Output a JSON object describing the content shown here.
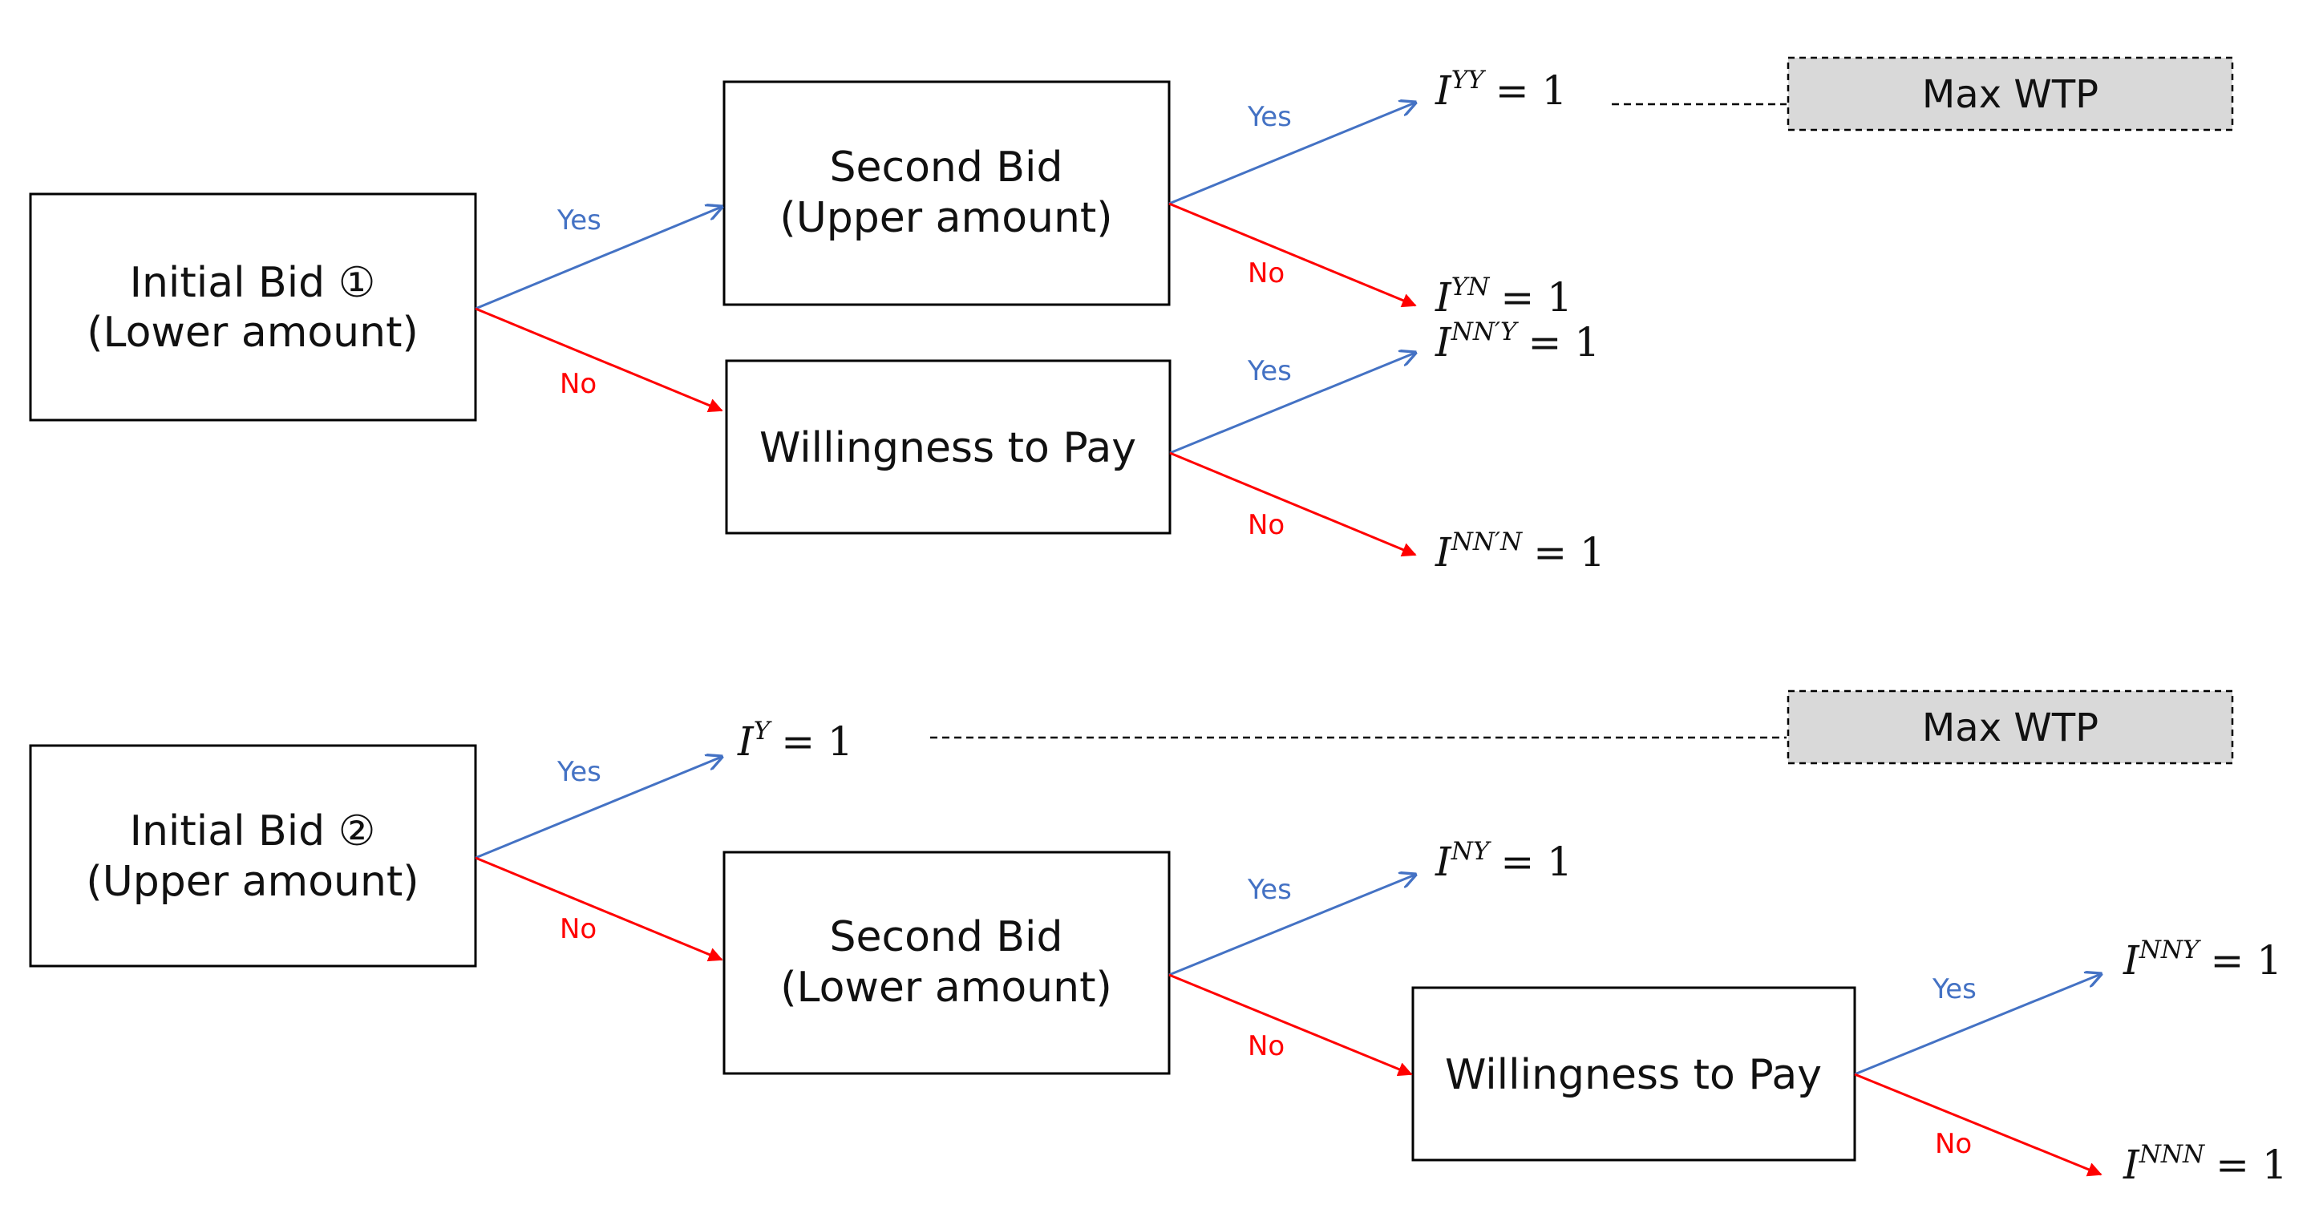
{
  "colors": {
    "yes": "#4472c4",
    "no": "#ff0000",
    "box_border": "#000000",
    "wtp_fill": "#d9d9d9"
  },
  "boxes": {
    "initial_bid_1": [
      "Initial Bid ①",
      "(Lower amount)"
    ],
    "second_bid_upper": [
      "Second Bid",
      "(Upper amount)"
    ],
    "wtp_top": [
      "Willingness to Pay"
    ],
    "initial_bid_2": [
      "Initial Bid ②",
      "(Upper amount)"
    ],
    "second_bid_lower": [
      "Second Bid",
      "(Lower amount)"
    ],
    "wtp_bottom": [
      "Willingness to Pay"
    ]
  },
  "branch_labels": {
    "yes": "Yes",
    "no": "No"
  },
  "outcomes": {
    "yy": {
      "base": "I",
      "sup": "YY",
      "rhs": "= 1"
    },
    "yn": {
      "base": "I",
      "sup": "YN",
      "rhs": "= 1"
    },
    "nny1": {
      "base": "I",
      "sup": "NN′Y",
      "rhs": "= 1"
    },
    "nnn1": {
      "base": "I",
      "sup": "NN′N",
      "rhs": "= 1"
    },
    "y": {
      "base": "I",
      "sup": "Y",
      "rhs": "= 1"
    },
    "ny": {
      "base": "I",
      "sup": "NY",
      "rhs": "= 1"
    },
    "nny2": {
      "base": "I",
      "sup": "NNY",
      "rhs": "= 1"
    },
    "nnn2": {
      "base": "I",
      "sup": "NNN",
      "rhs": "= 1"
    }
  },
  "max_wtp_label": "Max WTP"
}
